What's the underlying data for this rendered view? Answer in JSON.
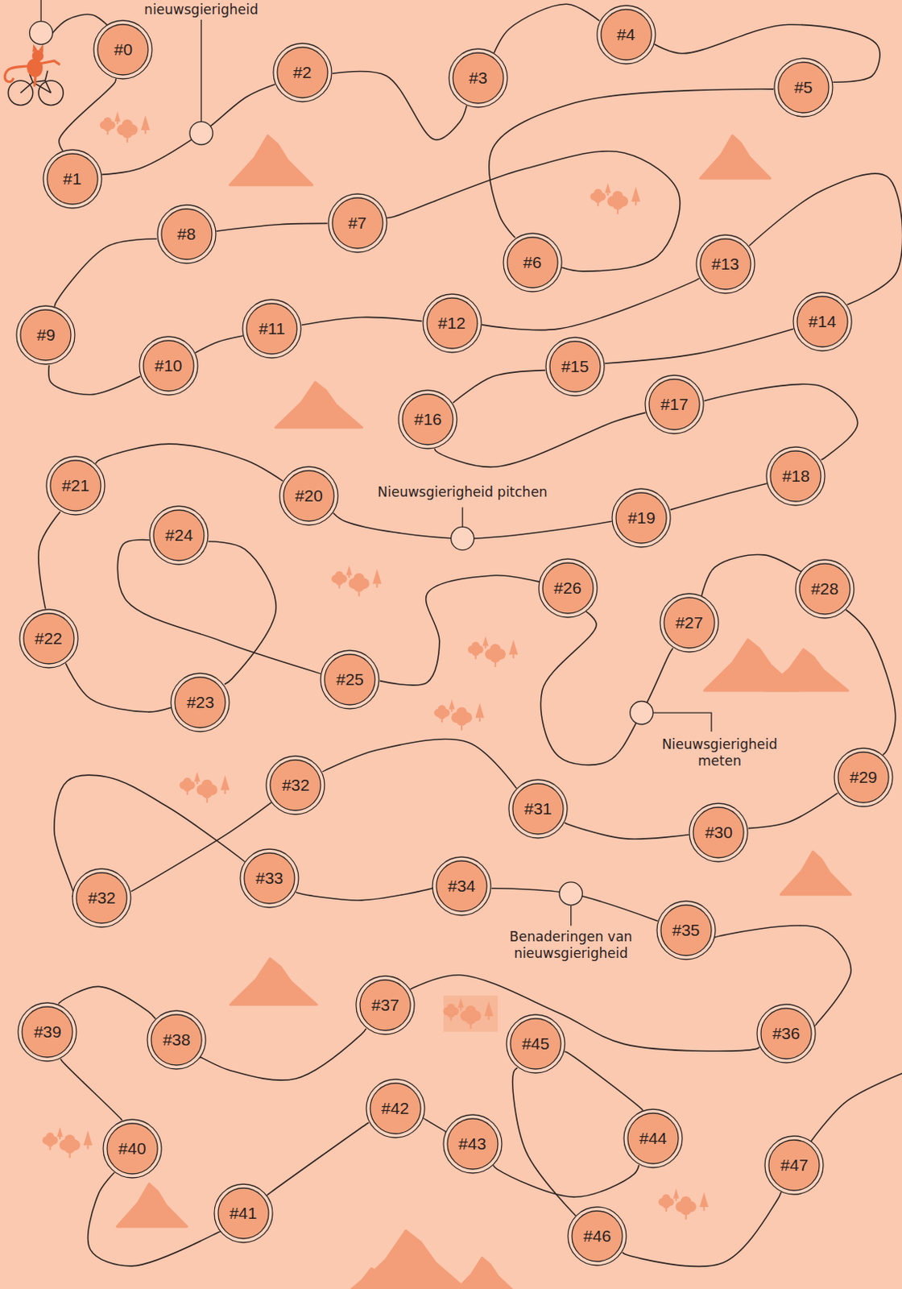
{
  "diagram": {
    "nodes": [
      {
        "text": [
          "#0"
        ]
      },
      {
        "text": [
          "#1"
        ]
      },
      {
        "text": [
          "#2"
        ]
      },
      {
        "text": [
          "#3"
        ]
      },
      {
        "text": [
          "#4"
        ]
      },
      {
        "text": [
          "#5"
        ]
      },
      {
        "text": [
          "#6"
        ]
      },
      {
        "text": [
          "#7"
        ]
      },
      {
        "text": [
          "#8"
        ]
      },
      {
        "text": [
          "#9"
        ]
      },
      {
        "text": [
          "#10"
        ]
      },
      {
        "text": [
          "#11"
        ]
      },
      {
        "text": [
          "#12"
        ]
      },
      {
        "text": [
          "#13"
        ]
      },
      {
        "text": [
          "#14"
        ]
      },
      {
        "text": [
          "#15"
        ]
      },
      {
        "text": [
          "#16"
        ]
      },
      {
        "text": [
          "#17"
        ]
      },
      {
        "text": [
          "#18"
        ]
      },
      {
        "text": [
          "#19"
        ]
      },
      {
        "text": [
          "#20"
        ]
      },
      {
        "text": [
          "#21"
        ]
      },
      {
        "text": [
          "#22"
        ]
      },
      {
        "text": [
          "#23"
        ]
      },
      {
        "text": [
          "#24"
        ]
      },
      {
        "text": [
          "#25"
        ]
      },
      {
        "text": [
          "#26"
        ]
      },
      {
        "text": [
          "#27"
        ]
      },
      {
        "text": [
          "#28"
        ]
      },
      {
        "text": [
          "#29"
        ]
      },
      {
        "text": [
          "#30"
        ]
      },
      {
        "text": [
          "#31"
        ]
      },
      {
        "text": [
          "#32"
        ]
      },
      {
        "text": [
          "#32"
        ]
      },
      {
        "text": [
          "#33"
        ]
      },
      {
        "text": [
          "#34"
        ]
      },
      {
        "text": [
          "#35"
        ]
      },
      {
        "text": [
          "#36"
        ]
      },
      {
        "text": [
          "#37"
        ]
      },
      {
        "text": [
          "#38"
        ]
      },
      {
        "text": [
          "#39"
        ]
      },
      {
        "text": [
          "#40"
        ]
      },
      {
        "text": [
          "#41"
        ]
      },
      {
        "text": [
          "#42"
        ]
      },
      {
        "text": [
          "#43"
        ]
      },
      {
        "text": [
          "#44"
        ]
      },
      {
        "text": [
          "#45"
        ]
      },
      {
        "text": [
          "#46"
        ]
      },
      {
        "text": [
          "#47"
        ]
      }
    ],
    "edges": [
      {
        "from": 0,
        "to": 1,
        "arrow": "none"
      },
      {
        "from": 1,
        "to": 2,
        "arrow": "none"
      },
      {
        "from": 2,
        "to": 3,
        "arrow": "none"
      },
      {
        "from": 3,
        "to": 4,
        "arrow": "none"
      },
      {
        "from": 4,
        "to": 5,
        "arrow": "none"
      },
      {
        "from": 5,
        "to": 6,
        "arrow": "none"
      },
      {
        "from": 6,
        "to": 7,
        "arrow": "none"
      },
      {
        "from": 7,
        "to": 8,
        "arrow": "none"
      },
      {
        "from": 8,
        "to": 9,
        "arrow": "none"
      },
      {
        "from": 9,
        "to": 10,
        "arrow": "none"
      },
      {
        "from": 10,
        "to": 11,
        "arrow": "none"
      },
      {
        "from": 11,
        "to": 12,
        "arrow": "none"
      },
      {
        "from": 12,
        "to": 13,
        "arrow": "none"
      },
      {
        "from": 13,
        "to": 14,
        "arrow": "none"
      },
      {
        "from": 14,
        "to": 15,
        "arrow": "none"
      },
      {
        "from": 15,
        "to": 16,
        "arrow": "none"
      },
      {
        "from": 16,
        "to": 17,
        "arrow": "none"
      },
      {
        "from": 17,
        "to": 18,
        "arrow": "none"
      },
      {
        "from": 18,
        "to": 19,
        "arrow": "none"
      },
      {
        "from": 19,
        "to": 20,
        "arrow": "none"
      },
      {
        "from": 20,
        "to": 21,
        "arrow": "none"
      },
      {
        "from": 21,
        "to": 22,
        "arrow": "none"
      },
      {
        "from": 22,
        "to": 23,
        "arrow": "none"
      },
      {
        "from": 23,
        "to": 24,
        "arrow": "none"
      },
      {
        "from": 24,
        "to": 25,
        "arrow": "none"
      },
      {
        "from": 25,
        "to": 26,
        "arrow": "none"
      },
      {
        "from": 26,
        "to": 27,
        "arrow": "none"
      },
      {
        "from": 27,
        "to": 28,
        "arrow": "none"
      },
      {
        "from": 28,
        "to": 29,
        "arrow": "none"
      },
      {
        "from": 29,
        "to": 30,
        "arrow": "none"
      },
      {
        "from": 30,
        "to": 31,
        "arrow": "none"
      },
      {
        "from": 31,
        "to": 32,
        "arrow": "none"
      },
      {
        "from": 32,
        "to": 33,
        "arrow": "none"
      },
      {
        "from": 33,
        "to": 34,
        "arrow": "none"
      },
      {
        "from": 34,
        "to": 35,
        "arrow": "none"
      },
      {
        "from": 35,
        "to": 36,
        "arrow": "none"
      },
      {
        "from": 36,
        "to": 37,
        "arrow": "none"
      },
      {
        "from": 37,
        "to": 38,
        "arrow": "none"
      },
      {
        "from": 38,
        "to": 39,
        "arrow": "none"
      },
      {
        "from": 39,
        "to": 40,
        "arrow": "none"
      },
      {
        "from": 40,
        "to": 41,
        "arrow": "none"
      },
      {
        "from": 41,
        "to": 42,
        "arrow": "none"
      },
      {
        "from": 42,
        "to": 43,
        "arrow": "none"
      },
      {
        "from": 43,
        "to": 44,
        "arrow": "none"
      },
      {
        "from": 44,
        "to": 45,
        "arrow": "none"
      },
      {
        "from": 45,
        "to": 46,
        "arrow": "none"
      },
      {
        "from": 46,
        "to": 47,
        "arrow": "none"
      },
      {
        "from": 47,
        "to": 48,
        "arrow": "none"
      }
    ],
    "labels": [
      "nieuwsgierigheid",
      "Nieuwsgierigheid pitchen",
      "Nieuwsgierigheid meten",
      "Benaderingen van nieuwsgierigheid"
    ]
  }
}
